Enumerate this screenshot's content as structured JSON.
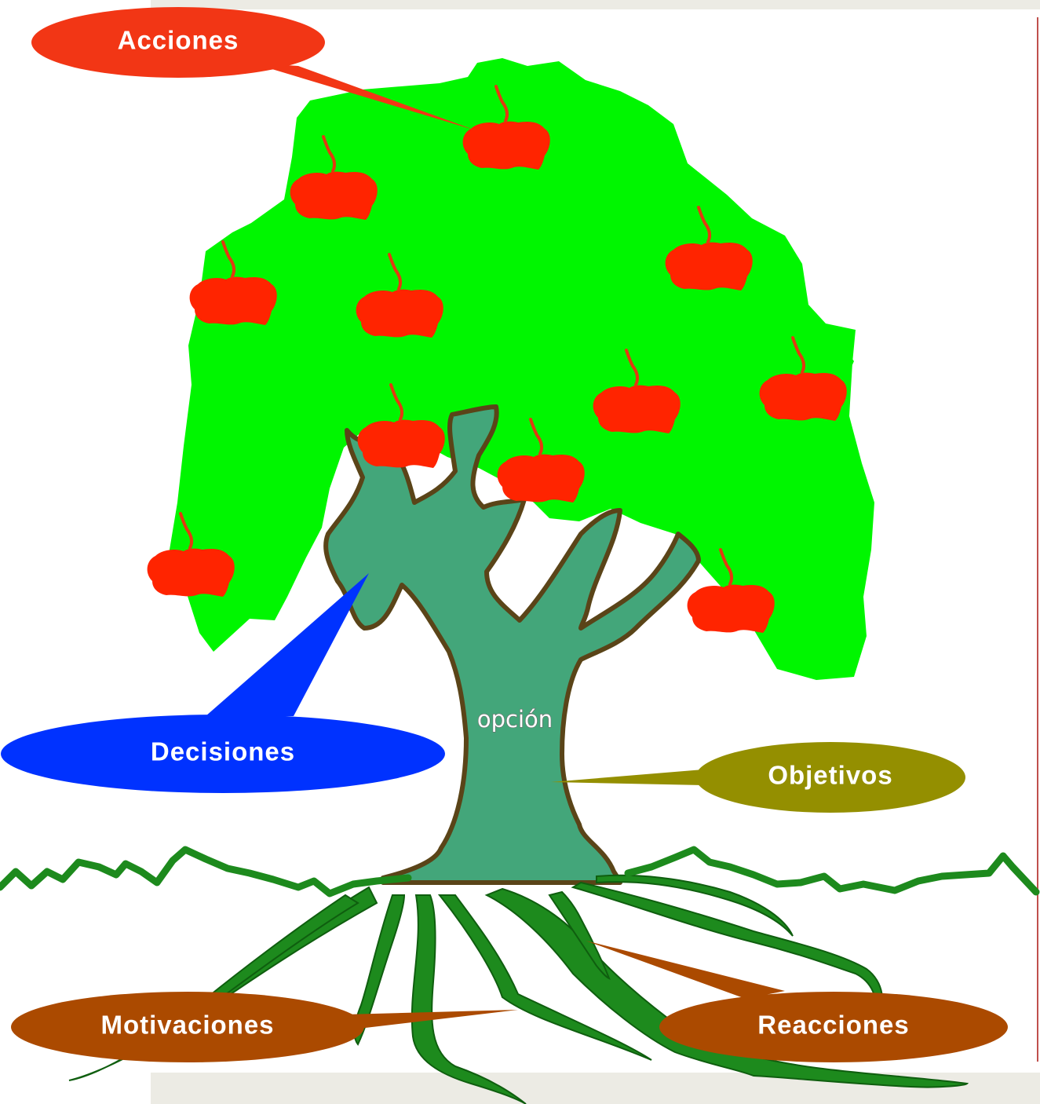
{
  "colors": {
    "page_frame": "#ecebe4",
    "frame_line": "#c0504d",
    "foliage": "#00f600",
    "apple": "#ff2400",
    "apple_stem": "#e33810",
    "trunk_fill": "#43a67a",
    "trunk_outline": "#5a4418",
    "roots": "#1d8a1d",
    "ground_line": "#1d8a1d",
    "acciones": "#f23615",
    "decisiones": "#0032ff",
    "objetivos": "#948f00",
    "motivaciones": "#ab4a00",
    "reacciones": "#ab4a00"
  },
  "labels": {
    "acciones": "Acciones",
    "decisiones": "Decisiones",
    "objetivos": "Objetivos",
    "motivaciones": "Motivaciones",
    "reacciones": "Reacciones",
    "trunk": "opción"
  },
  "icons": {
    "apple": "apple-icon",
    "tree": "tree-illustration"
  }
}
